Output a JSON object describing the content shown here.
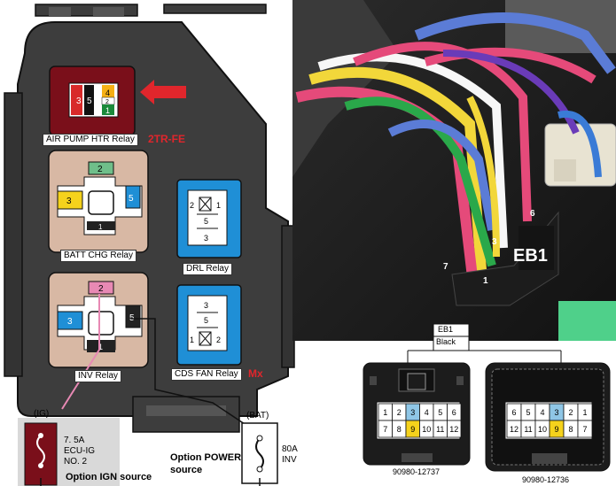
{
  "relays": {
    "air_pump": {
      "label": "AIR PUMP HTR Relay",
      "engine_note": "2TR-FE",
      "pins": [
        "3",
        "5",
        "4",
        "2",
        "1"
      ]
    },
    "batt_chg": {
      "label": "BATT CHG Relay",
      "pins": [
        "2",
        "3",
        "5",
        "1"
      ]
    },
    "drl": {
      "label": "DRL Relay",
      "pins": [
        "2",
        "1",
        "5",
        "3"
      ]
    },
    "inv": {
      "label": "INV Relay",
      "pins": [
        "2",
        "3",
        "5",
        "1"
      ]
    },
    "cds_fan": {
      "label": "CDS FAN Relay",
      "model_note": "Mx",
      "pins": [
        "3",
        "5",
        "1",
        "2"
      ]
    }
  },
  "ign_fuse": {
    "tag": "(IG)",
    "line1": "7. 5A",
    "line2": "ECU-IG",
    "line3": "NO. 2",
    "caption": "Option IGN source"
  },
  "power_fuse": {
    "tag": "(BAT)",
    "line1": "80A",
    "line2": "INV",
    "caption_line1": "Option POWER",
    "caption_line2": "source"
  },
  "photo": {
    "connector_name": "EB1",
    "pins": [
      "6",
      "3",
      "7",
      "1"
    ]
  },
  "eb1_diagram": {
    "name": "EB1",
    "color": "Black",
    "left_part": "90980-12737",
    "right_part": "90980-12736",
    "left_top": [
      "1",
      "2",
      "3",
      "4",
      "5",
      "6"
    ],
    "left_bottom": [
      "7",
      "8",
      "9",
      "10",
      "11",
      "12"
    ],
    "right_top": [
      "6",
      "5",
      "4",
      "3",
      "2",
      "1"
    ],
    "right_bottom": [
      "12",
      "11",
      "10",
      "9",
      "8",
      "7"
    ],
    "highlight_blue": "#8fc6e6",
    "highlight_yellow": "#f5d21c"
  },
  "colors": {
    "box": "#3d3d3d",
    "air_pump_bg": "#7a0f1a",
    "tan": "#d8b8a4",
    "blue": "#1f8fd6",
    "pink_wire": "#e889b4"
  }
}
